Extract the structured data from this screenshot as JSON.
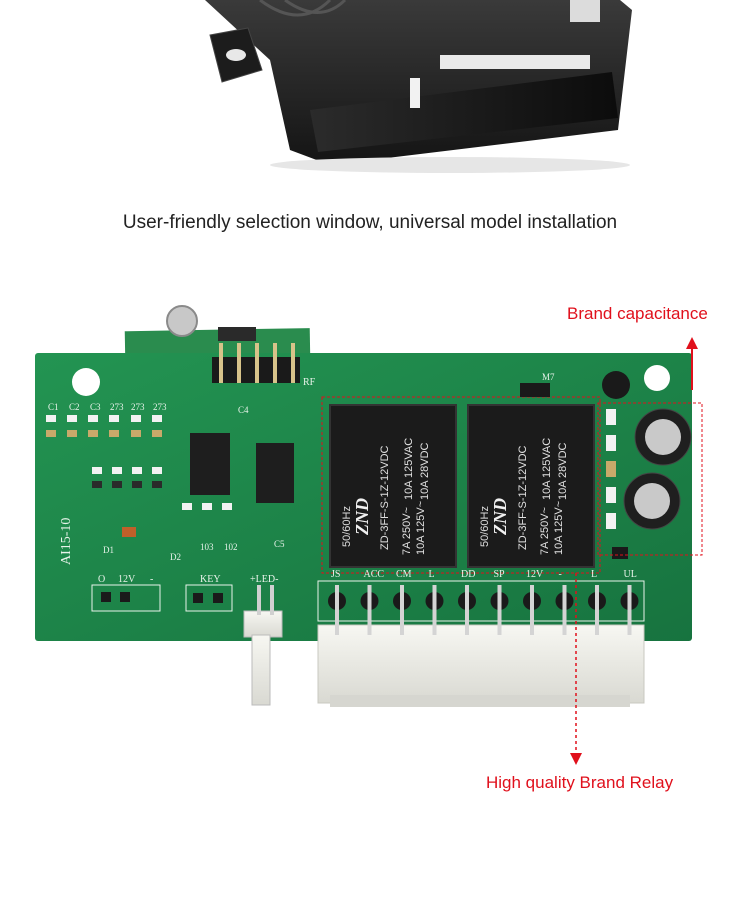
{
  "caption": "User-friendly selection window, universal model installation",
  "callouts": {
    "capacitance": "Brand capacitance",
    "relay": "High quality Brand Relay"
  },
  "board": {
    "model_label": "AI15-10",
    "relay_brand": "ZND",
    "relay_model": "ZD-3FF-S-1Z-12VDC",
    "relay_rating_1": "10A 125VAC",
    "relay_rating_2": "10A 28VDC",
    "relay_rating_3": "7A 250V~",
    "relay_rating_4": "10A 125V~",
    "relay_freq": "50/60Hz",
    "connector_labels": [
      "JS",
      "ACC",
      "CM",
      "L",
      "DD",
      "SP",
      "12V",
      "-",
      "L",
      "UL"
    ],
    "left_labels": [
      "O",
      "12V",
      "-"
    ],
    "key_label": "KEY",
    "led_label": "+LED-",
    "rf_label": "RF",
    "cap_labels": [
      "C1",
      "C2",
      "C3",
      "273",
      "273",
      "273"
    ],
    "misc_labels": [
      "C4",
      "C5",
      "M7",
      "D1",
      "D2",
      "103",
      "102"
    ]
  },
  "colors": {
    "pcb_green": "#1f8a4c",
    "pcb_dark": "#156b38",
    "accent_red": "#e0101c",
    "relay_black": "#1b1b1b"
  }
}
